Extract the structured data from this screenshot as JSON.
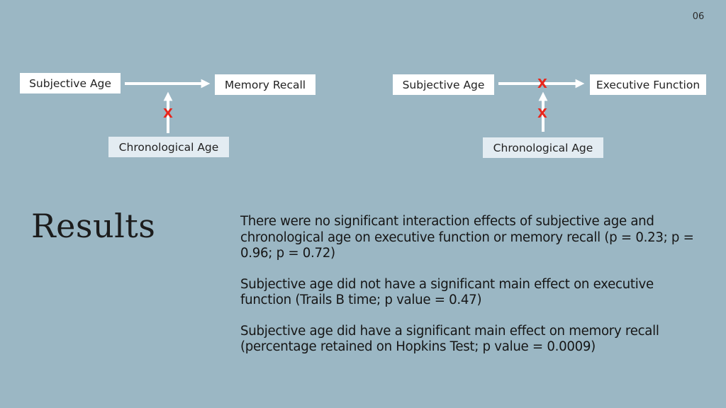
{
  "page_number": "06",
  "left_diagram": {
    "subjective_age": "Subjective Age",
    "memory_recall": "Memory Recall",
    "chronological_age": "Chronological Age",
    "interaction_mark": "X"
  },
  "right_diagram": {
    "subjective_age": "Subjective Age",
    "executive_function": "Executive Function",
    "chronological_age": "Chronological Age",
    "main_effect_mark": "X",
    "interaction_mark": "X"
  },
  "results": {
    "title": "Results",
    "paragraphs": [
      "There were no significant interaction effects of subjective age and chronological age on executive function or memory recall (p = 0.23; p = 0.96; p = 0.72)",
      "Subjective age did not have a significant main effect on executive function (Trails B time; p value = 0.47)",
      "Subjective age did have a significant main effect on memory recall (percentage retained on Hopkins Test; p value = 0.0009)"
    ]
  },
  "colors": {
    "background": "#9bb7c4",
    "x_mark": "#e8261c",
    "arrow": "#ffffff"
  }
}
